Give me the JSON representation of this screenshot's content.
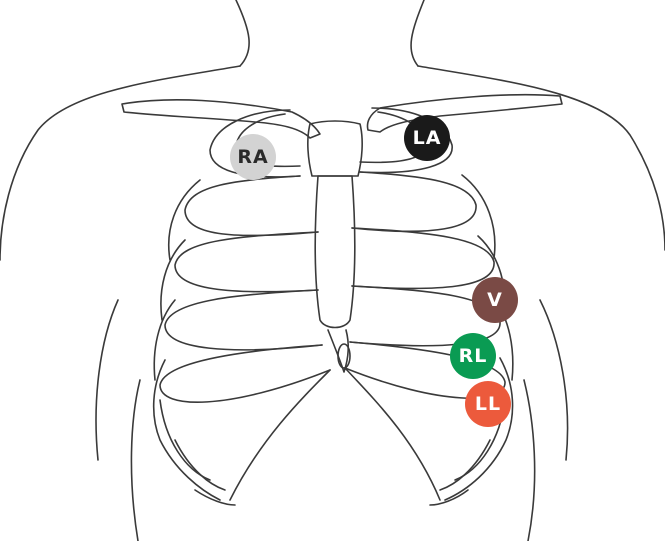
{
  "electrodes": {
    "ra": {
      "label": "RA",
      "color": "#d3d3d3",
      "text_color": "#2a2a2a"
    },
    "la": {
      "label": "LA",
      "color": "#1a1a1a",
      "text_color": "#ffffff"
    },
    "v": {
      "label": "V",
      "color": "#7a4a45",
      "text_color": "#ffffff"
    },
    "rl": {
      "label": "RL",
      "color": "#0a9b53",
      "text_color": "#ffffff"
    },
    "ll": {
      "label": "LL",
      "color": "#ec5a3c",
      "text_color": "#ffffff"
    }
  },
  "line_color": "#3a3a3a"
}
